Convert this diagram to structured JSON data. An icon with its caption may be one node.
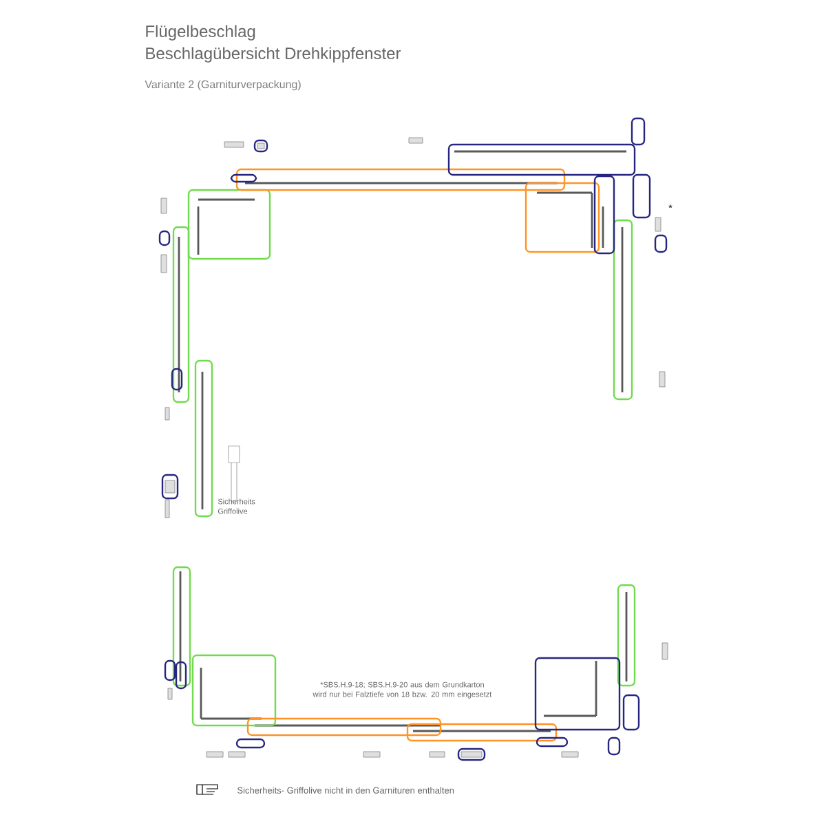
{
  "diagram": {
    "title": "Flügelbeschlag",
    "labels": [
      "Beschlagübersicht Drehkippfenster",
      "Variante 2 (Garniturverpackung)",
      "*",
      "Sicherheits Griffolive",
      "*SBS.H.9-18; SBS.H.9-20 aus dem Grundkarton wird nur bei Falztiefe von 18 bzw. 20 mm eingesetzt",
      "Sicherheits- Griffolive nicht in den Garnituren enthalten"
    ]
  }
}
